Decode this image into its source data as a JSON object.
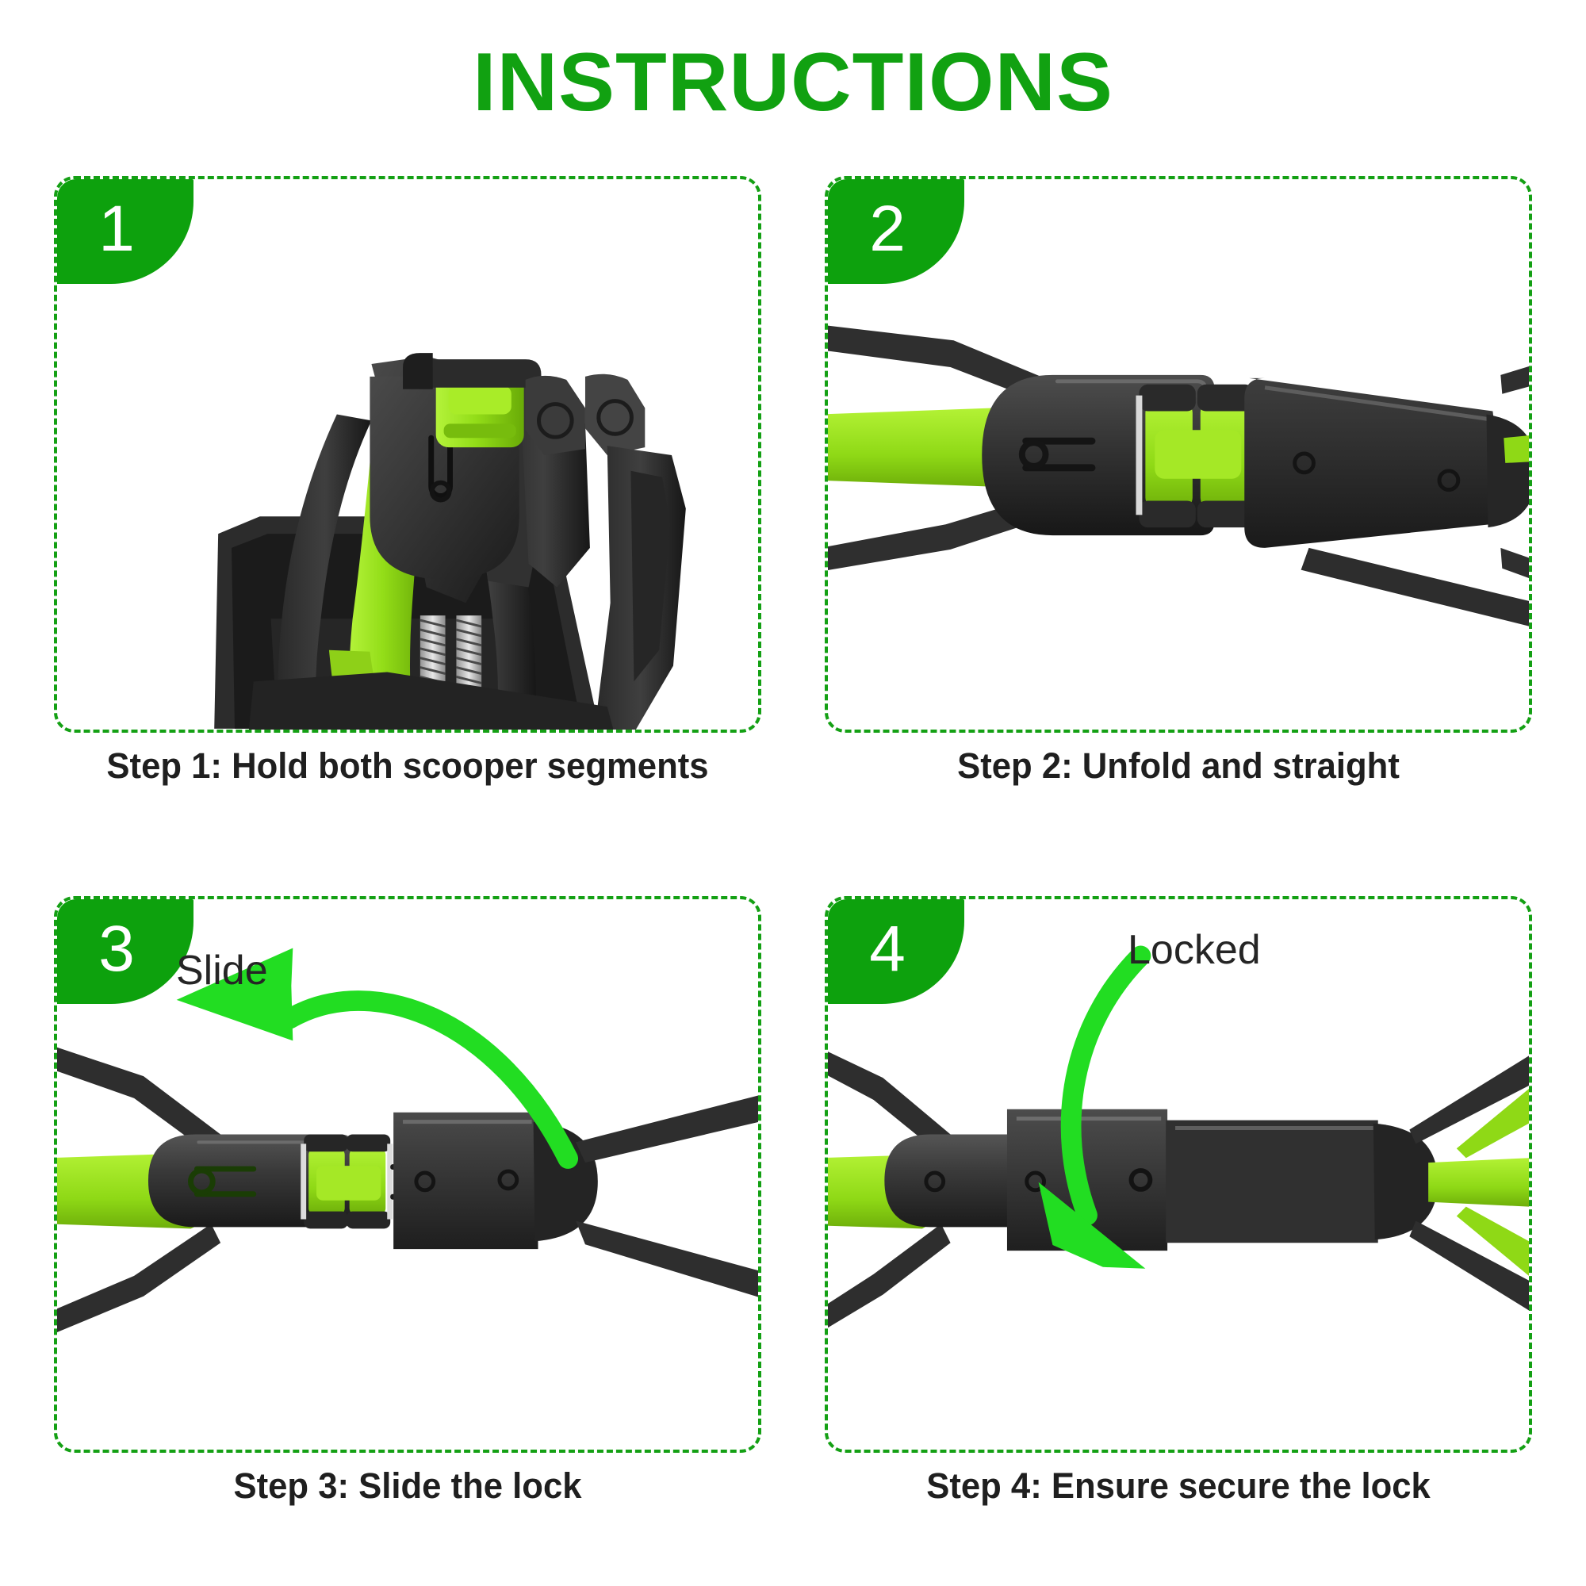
{
  "page": {
    "title": "INSTRUCTIONS",
    "background_color": "#FFFFFF",
    "title_color": "#11A111",
    "accent_green": "#0DA10D",
    "arrow_green": "#22DD22",
    "product_lime": "#9BE020",
    "product_dark": "#3A3A3A",
    "caption_color": "#1F1F1F",
    "card_border_color": "#14A014"
  },
  "steps": [
    {
      "number": "1",
      "caption": "Step 1: Hold both scooper segments",
      "annotation": null,
      "arrow": null,
      "product_view": "folded-scooper-vertical"
    },
    {
      "number": "2",
      "caption": "Step 2: Unfold and straight",
      "annotation": null,
      "arrow": null,
      "product_view": "hinge-unfolded-angled"
    },
    {
      "number": "3",
      "caption": "Step 3: Slide the lock",
      "annotation": "Slide",
      "arrow": "curved-arrow-left",
      "product_view": "hinge-open-with-lock-sleeve"
    },
    {
      "number": "4",
      "caption": "Step 4: Ensure secure the lock",
      "annotation": "Locked",
      "arrow": "curved-arrow-down",
      "product_view": "hinge-locked-sleeve-closed"
    }
  ]
}
